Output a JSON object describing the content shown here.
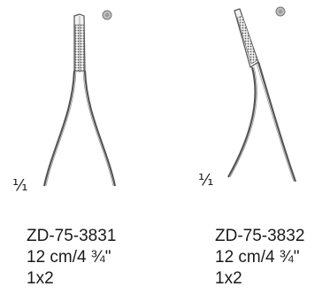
{
  "products": [
    {
      "code": "ZD-75-3831",
      "size": "12 cm/4 ¾\"",
      "pack": "1x2",
      "scale": "¹⁄₁",
      "jaw": "straight",
      "icon": "sterile-dot-icon"
    },
    {
      "code": "ZD-75-3832",
      "size": "12 cm/4 ¾\"",
      "pack": "1x2",
      "scale": "¹⁄₁",
      "jaw": "curved",
      "icon": "sterile-dot-icon"
    }
  ]
}
